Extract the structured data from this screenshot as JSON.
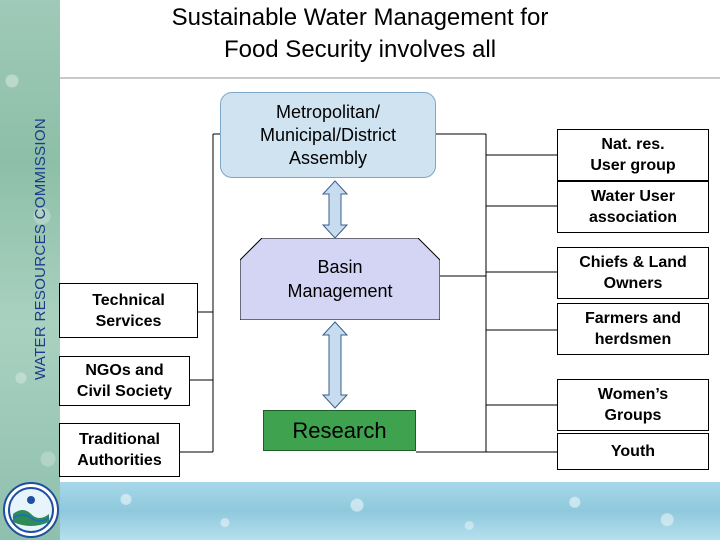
{
  "sidebar": {
    "vertical_title": "WATER RESOURCES COMMISSION"
  },
  "slide": {
    "title_line1": "Sustainable Water Management for",
    "title_line2": "Food Security involves all"
  },
  "center": {
    "metro_line1": "Metropolitan/",
    "metro_line2": "Municipal/District",
    "metro_line3": "Assembly",
    "basin_line1": "Basin",
    "basin_line2": "Management",
    "research": "Research"
  },
  "left_boxes": {
    "technical_line1": "Technical",
    "technical_line2": "Services",
    "ngos_line1": "NGOs and",
    "ngos_line2": "Civil Society",
    "traditional_line1": "Traditional",
    "traditional_line2": "Authorities"
  },
  "right_boxes": {
    "natres_line1": "Nat. res.",
    "natres_line2": "User group",
    "wua_line1": "Water User",
    "wua_line2": "association",
    "chiefs_line1": "Chiefs & Land",
    "chiefs_line2": "Owners",
    "farmers_line1": "Farmers and",
    "farmers_line2": "herdsmen",
    "women_line1": "Women’s",
    "women_line2": "Groups",
    "youth": "Youth"
  },
  "colors": {
    "metro_fill": "#cfe3f1",
    "basin_fill": "#d4d4f4",
    "research_fill": "#3fa24f",
    "arrow_fill": "#c8dcef",
    "vertical_title": "#1f3a8a"
  },
  "icons": {
    "logo": "water-commission-logo"
  }
}
